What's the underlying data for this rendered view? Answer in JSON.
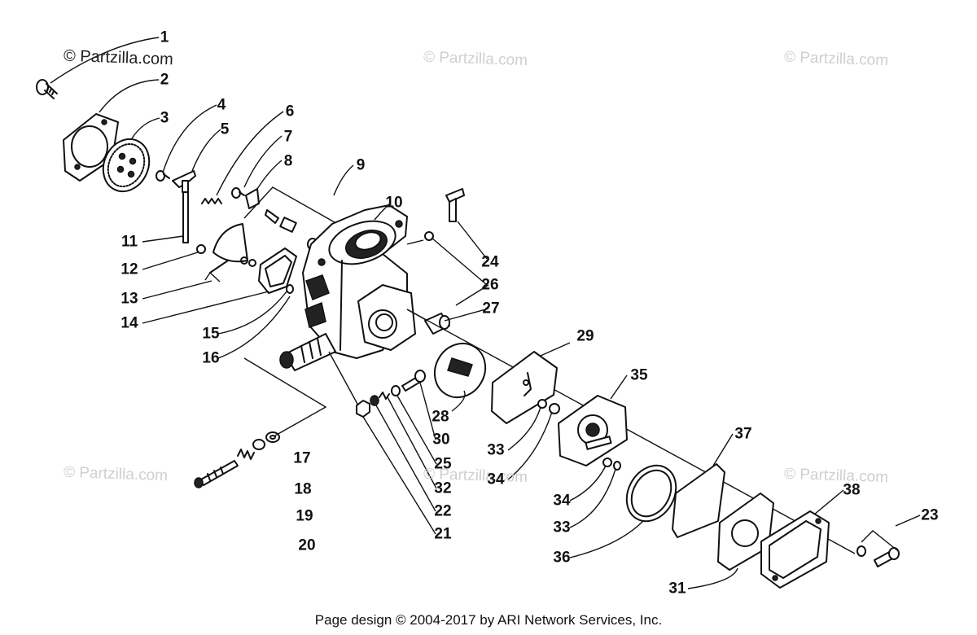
{
  "watermarks": {
    "top_left": "© Partzilla.com",
    "top_center": "© Partzilla.com",
    "top_right": "© Partzilla.com",
    "bottom_left": "© Partzilla.com",
    "bottom_center": "© Partzilla.com",
    "bottom_right": "© Partzilla.com"
  },
  "callouts": {
    "c1": "1",
    "c2": "2",
    "c3": "3",
    "c4": "4",
    "c5": "5",
    "c6": "6",
    "c7": "7",
    "c8": "8",
    "c9": "9",
    "c10": "10",
    "c11": "11",
    "c12": "12",
    "c13": "13",
    "c14": "14",
    "c15": "15",
    "c16": "16",
    "c17": "17",
    "c18": "18",
    "c19": "19",
    "c20": "20",
    "c21": "21",
    "c22": "22",
    "c23": "23",
    "c24": "24",
    "c25": "25",
    "c26": "26",
    "c27": "27",
    "c28": "28",
    "c29": "29",
    "c30": "30",
    "c31": "31",
    "c32": "32",
    "c33a": "33",
    "c33b": "33",
    "c34a": "34",
    "c34b": "34",
    "c35": "35",
    "c36": "36",
    "c37": "37",
    "c38": "38"
  },
  "footer": "Page design © 2004-2017 by ARI Network Services, Inc."
}
